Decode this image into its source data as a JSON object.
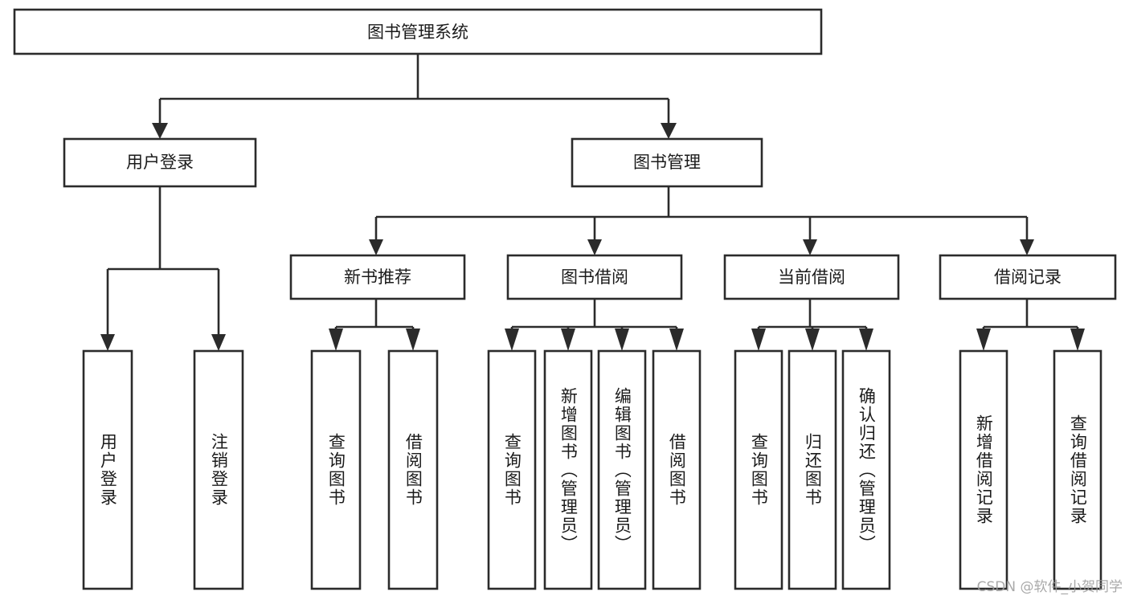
{
  "diagram": {
    "title": "图书管理系统",
    "type": "tree-hierarchy",
    "watermark": "CSDN @软件_小贺同学",
    "colors": {
      "background": "#ffffff",
      "box_stroke": "#2b2b2b",
      "box_fill": "#ffffff",
      "text": "#1b1b1b",
      "watermark": "#9b9b9b"
    },
    "nodes": {
      "root": {
        "label": "图书管理系统",
        "orientation": "horizontal"
      },
      "user_login": {
        "label": "用户登录",
        "orientation": "horizontal"
      },
      "book_manage": {
        "label": "图书管理",
        "orientation": "horizontal"
      },
      "new_book_rec": {
        "label": "新书推荐",
        "orientation": "horizontal"
      },
      "book_borrow": {
        "label": "图书借阅",
        "orientation": "horizontal"
      },
      "current_borrow": {
        "label": "当前借阅",
        "orientation": "horizontal"
      },
      "borrow_record": {
        "label": "借阅记录",
        "orientation": "horizontal"
      },
      "leaf_user_login": {
        "label": "用户登录",
        "orientation": "vertical"
      },
      "leaf_user_logout": {
        "label": "注销登录",
        "orientation": "vertical"
      },
      "leaf_rec_query": {
        "label": "查询图书",
        "orientation": "vertical"
      },
      "leaf_rec_borrow": {
        "label": "借阅图书",
        "orientation": "vertical"
      },
      "leaf_borrow_query": {
        "label": "查询图书",
        "orientation": "vertical"
      },
      "leaf_add_book": {
        "label": "新增图书（管理员）",
        "orientation": "vertical"
      },
      "leaf_edit_book": {
        "label": "编辑图书（管理员）",
        "orientation": "vertical"
      },
      "leaf_borrow_book": {
        "label": "借阅图书",
        "orientation": "vertical"
      },
      "leaf_cur_query": {
        "label": "查询图书",
        "orientation": "vertical"
      },
      "leaf_return_book": {
        "label": "归还图书",
        "orientation": "vertical"
      },
      "leaf_confirm_return": {
        "label": "确认归还（管理员）",
        "orientation": "vertical"
      },
      "leaf_add_record": {
        "label": "新增借阅记录",
        "orientation": "vertical"
      },
      "leaf_query_record": {
        "label": "查询借阅记录",
        "orientation": "vertical"
      }
    },
    "edges": [
      {
        "from": "root",
        "to": "user_login"
      },
      {
        "from": "root",
        "to": "book_manage"
      },
      {
        "from": "user_login",
        "to": "leaf_user_login"
      },
      {
        "from": "user_login",
        "to": "leaf_user_logout"
      },
      {
        "from": "book_manage",
        "to": "new_book_rec"
      },
      {
        "from": "book_manage",
        "to": "book_borrow"
      },
      {
        "from": "book_manage",
        "to": "current_borrow"
      },
      {
        "from": "book_manage",
        "to": "borrow_record"
      },
      {
        "from": "new_book_rec",
        "to": "leaf_rec_query"
      },
      {
        "from": "new_book_rec",
        "to": "leaf_rec_borrow"
      },
      {
        "from": "book_borrow",
        "to": "leaf_borrow_query"
      },
      {
        "from": "book_borrow",
        "to": "leaf_add_book"
      },
      {
        "from": "book_borrow",
        "to": "leaf_edit_book"
      },
      {
        "from": "book_borrow",
        "to": "leaf_borrow_book"
      },
      {
        "from": "current_borrow",
        "to": "leaf_cur_query"
      },
      {
        "from": "current_borrow",
        "to": "leaf_return_book"
      },
      {
        "from": "current_borrow",
        "to": "leaf_confirm_return"
      },
      {
        "from": "borrow_record",
        "to": "leaf_add_record"
      },
      {
        "from": "borrow_record",
        "to": "leaf_query_record"
      }
    ]
  }
}
